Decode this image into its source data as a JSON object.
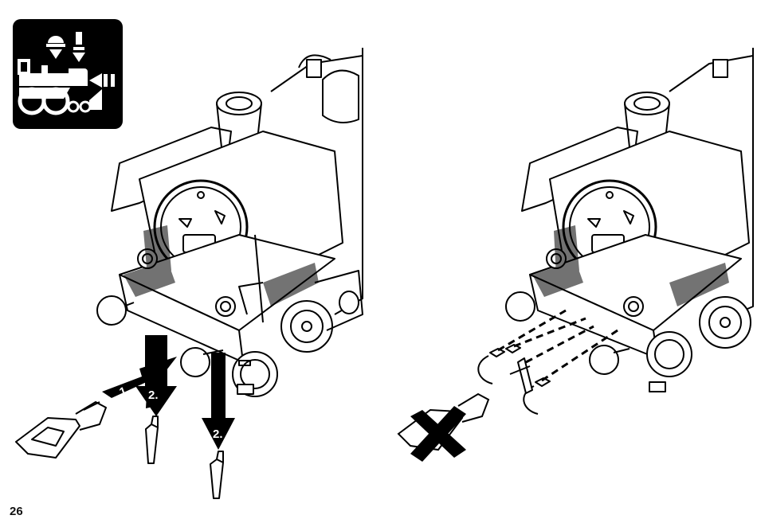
{
  "page": {
    "number": "26"
  },
  "steps": {
    "arrow_1": "1.",
    "arrow_2a": "2.",
    "arrow_2b": "2."
  },
  "icons": {
    "badge": "locomotive-coupler-icon",
    "cross": "prohibited-x-icon"
  },
  "colors": {
    "ink": "#000000",
    "paper": "#ffffff"
  }
}
